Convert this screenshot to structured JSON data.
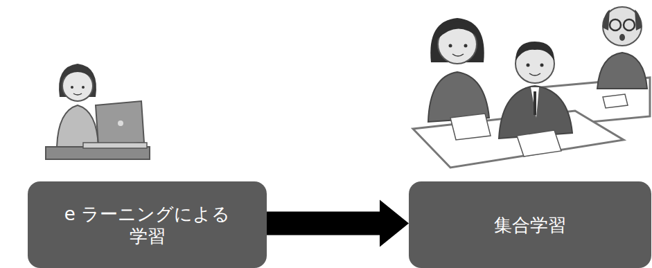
{
  "diagram": {
    "nodes": [
      {
        "text": [
          "e ラーニングによる 学習"
        ]
      },
      {
        "text": [
          "集合学習"
        ]
      }
    ],
    "edges": [
      {
        "from": 0,
        "to": 1,
        "arrow": "to"
      }
    ]
  }
}
